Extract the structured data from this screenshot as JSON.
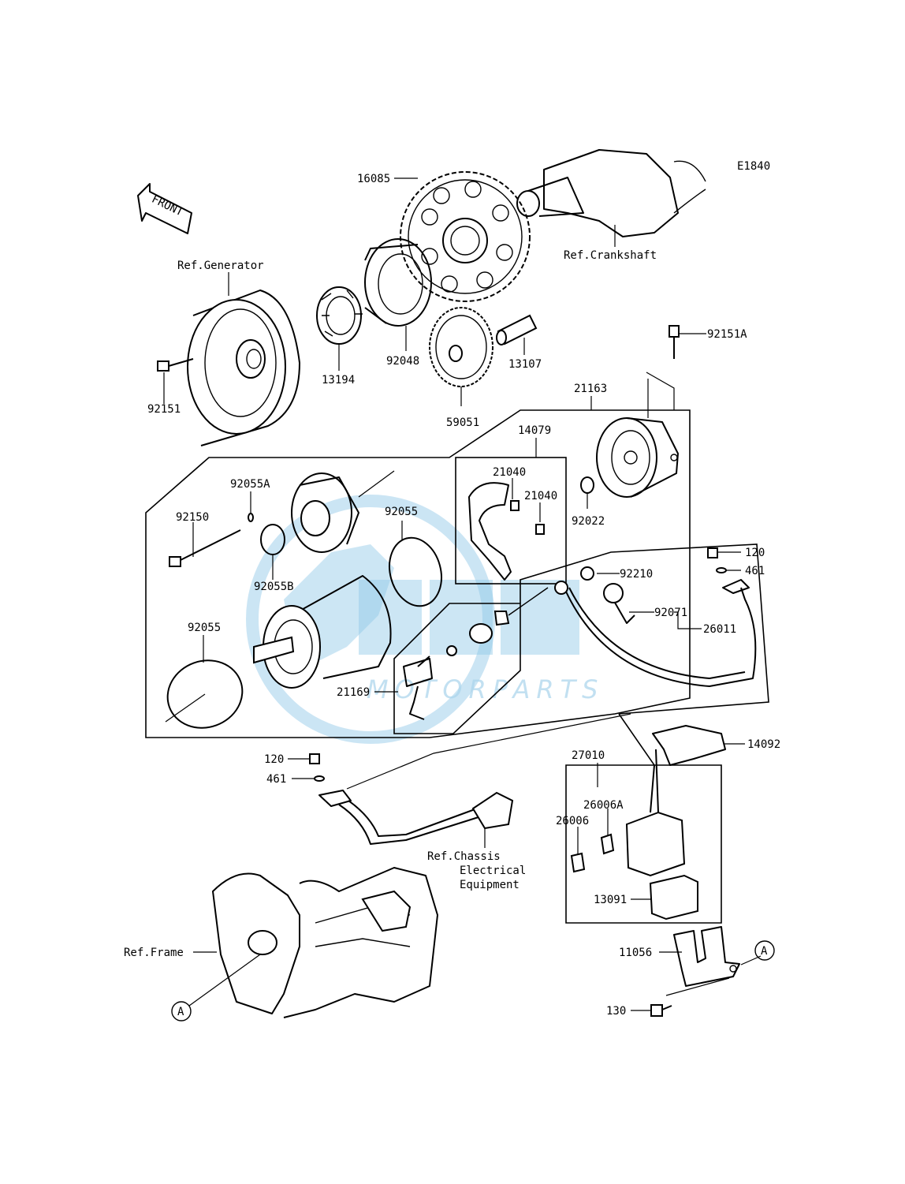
{
  "diagram_code": "E1840",
  "front_label": "FRONT",
  "watermark": {
    "logo": "OEM",
    "text": "MOTORPARTS"
  },
  "refs": {
    "generator": "Ref.Generator",
    "crankshaft": "Ref.Crankshaft",
    "chassis_line1": "Ref.Chassis",
    "chassis_line2": "Electrical",
    "chassis_line3": "Equipment",
    "frame": "Ref.Frame"
  },
  "parts": {
    "p16085": "16085",
    "p92151": "92151",
    "p13194": "13194",
    "p92048": "92048",
    "p59051": "59051",
    "p13107": "13107",
    "p92151A": "92151A",
    "p21163": "21163",
    "p14079": "14079",
    "p21040a": "21040",
    "p21040b": "21040",
    "p92022": "92022",
    "p92055A": "92055A",
    "p92150": "92150",
    "p92055B": "92055B",
    "p92055a": "92055",
    "p92055b": "92055",
    "p120a": "120",
    "p461a": "461",
    "p92210": "92210",
    "p92071": "92071",
    "p26011": "26011",
    "p21169": "21169",
    "p14092": "14092",
    "p27010": "27010",
    "p26006A": "26006A",
    "p26006": "26006",
    "p13091": "13091",
    "p120b": "120",
    "p461b": "461",
    "p11056": "11056",
    "p130": "130"
  },
  "markers": {
    "a_left": "A",
    "a_right": "A"
  }
}
